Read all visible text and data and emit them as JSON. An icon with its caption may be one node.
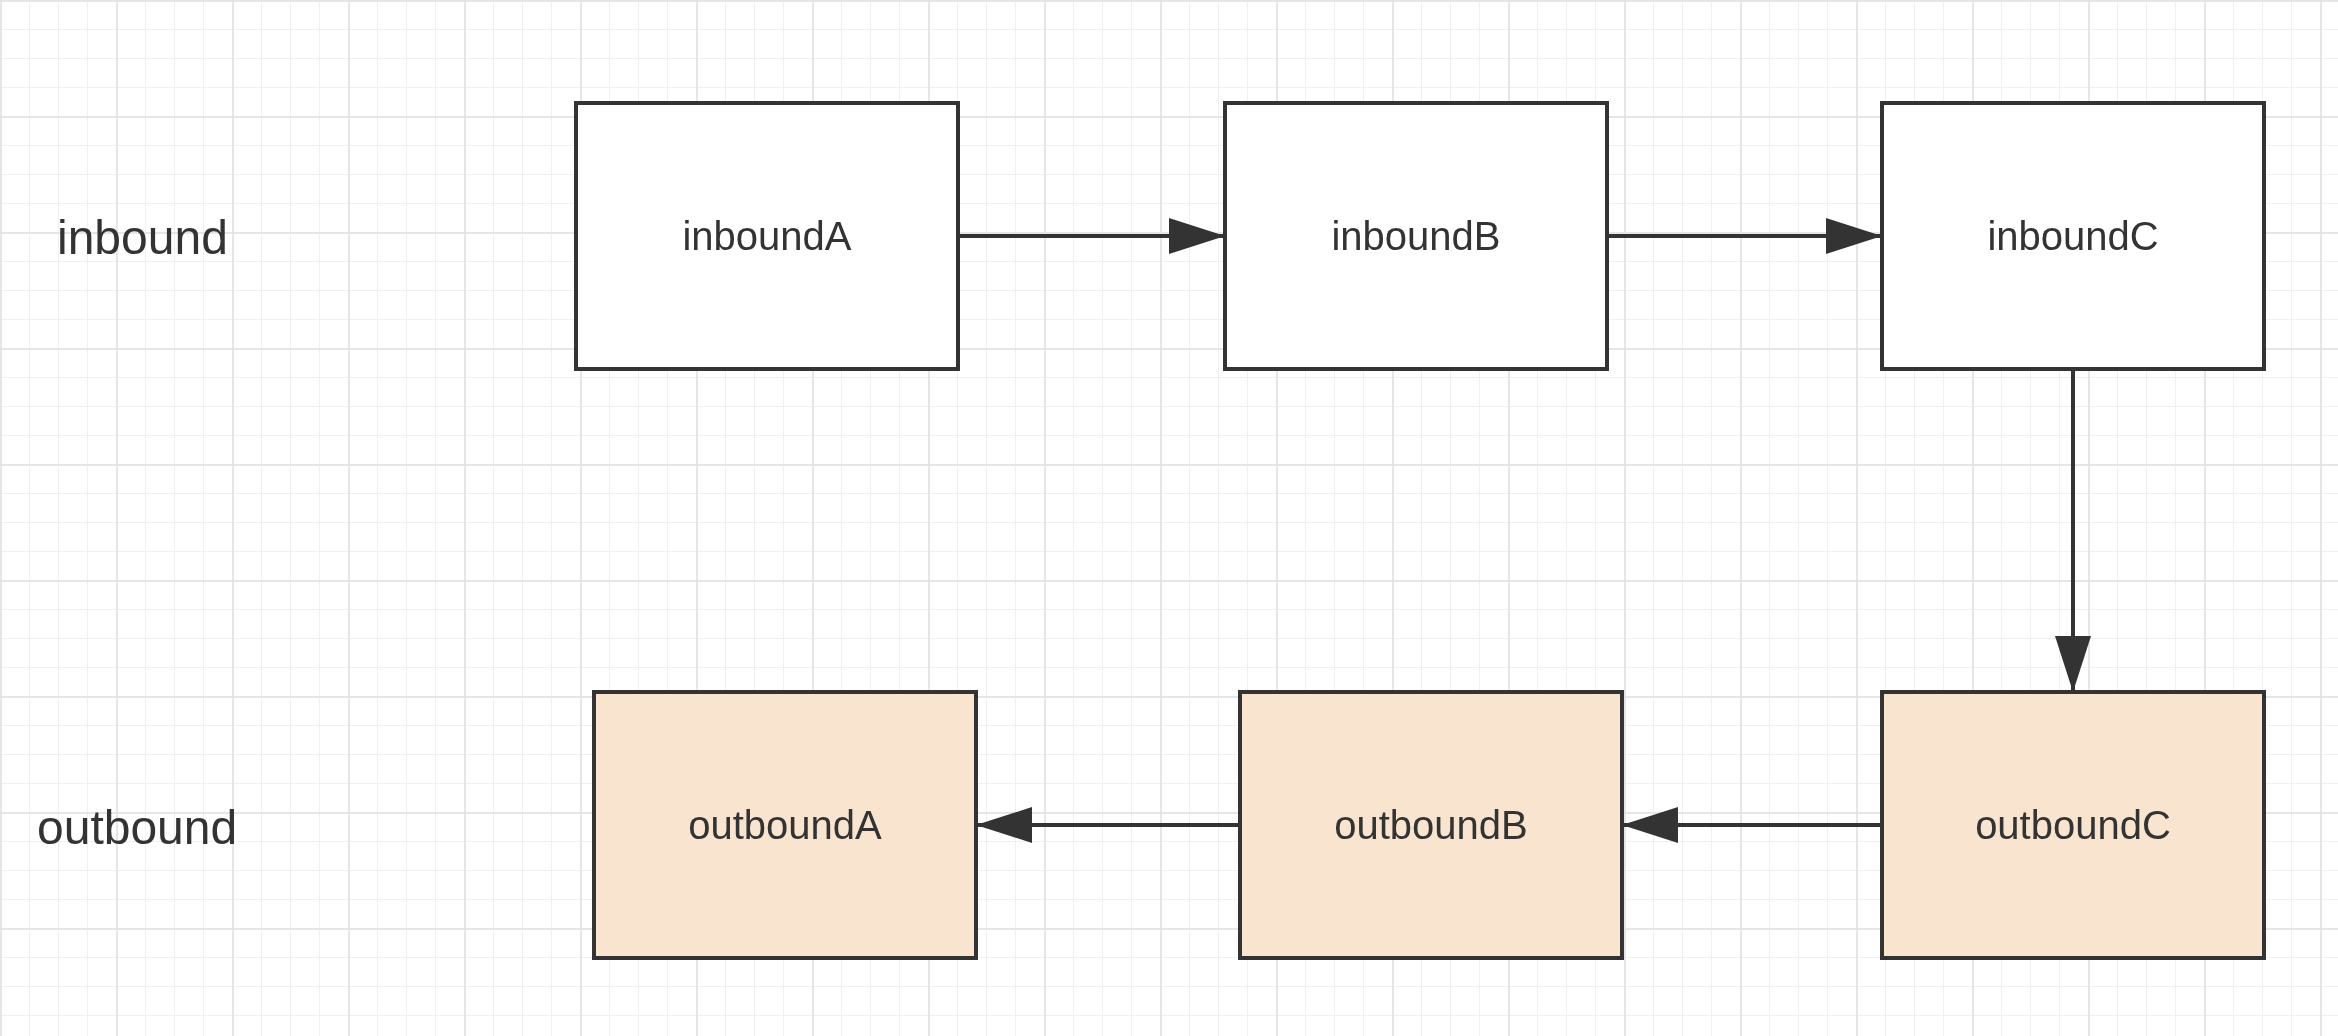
{
  "diagram": {
    "nodes": [
      {
        "text": [
          "inboundA"
        ]
      },
      {
        "text": [
          "inboundB"
        ]
      },
      {
        "text": [
          "inboundC"
        ]
      },
      {
        "text": [
          "outboundA"
        ]
      },
      {
        "text": [
          "outboundB"
        ]
      },
      {
        "text": [
          "outboundC"
        ]
      }
    ],
    "edges": [
      {
        "from": 0,
        "to": 1,
        "arrow": "to"
      },
      {
        "from": 1,
        "to": 2,
        "arrow": "to"
      },
      {
        "from": 2,
        "to": 5,
        "arrow": "to"
      },
      {
        "from": 5,
        "to": 4,
        "arrow": "to"
      },
      {
        "from": 4,
        "to": 3,
        "arrow": "to"
      }
    ],
    "labels": [
      "inbound",
      "outbound"
    ]
  }
}
